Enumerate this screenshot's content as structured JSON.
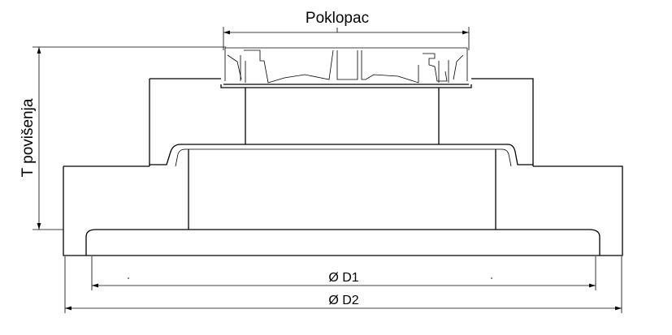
{
  "labels": {
    "cover": "Poklopac",
    "height": "T povišenja",
    "diameter1": "Ø D1",
    "diameter2": "Ø D2"
  }
}
